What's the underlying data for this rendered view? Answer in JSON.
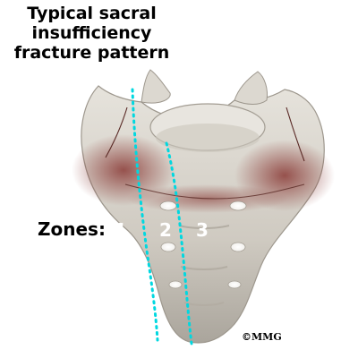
{
  "title": {
    "lines": [
      "Typical sacral",
      "insufficiency",
      "fracture pattern"
    ]
  },
  "zones": {
    "prefix": "Zones:",
    "labels": [
      "1",
      "2",
      "3"
    ]
  },
  "copyright": "©MMG",
  "colors": {
    "bone": "#d9d5cc",
    "bone_shadow": "#a9a49b",
    "fracture_tint": "#8a3a36",
    "zone_line": "#00d8e0",
    "text": "#000000",
    "zone_text": "#ffffff"
  }
}
